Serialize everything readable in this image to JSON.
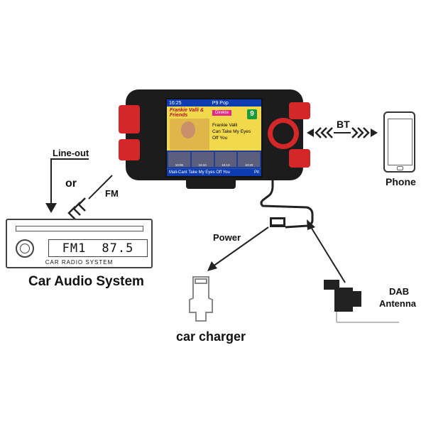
{
  "labels": {
    "line_out": "Line-out",
    "or": "or",
    "fm": "FM",
    "car_audio_system": "Car Audio System",
    "power": "Power",
    "car_charger": "car charger",
    "bt": "BT",
    "phone": "Phone",
    "dab_line1": "DAB",
    "dab_line2": "Antenna"
  },
  "radio": {
    "band": "FM1",
    "frequency": "87.5",
    "caption": "CAR RADIO SYSTEM"
  },
  "screen": {
    "time": "16:25",
    "station": "P9 Pop",
    "art_title": "Frankie Valli & Friends",
    "badge": "Direkte",
    "channel_number": "9",
    "info_line1": "Frankie Valli",
    "info_line2": "Can Take My Eyes",
    "info_line3": "Off You",
    "thumbs": [
      "10:05",
      "10:10",
      "10:13",
      "10:20"
    ],
    "ticker": "Mali-Cant Take My Eyes Off You",
    "ticker_right": "Pit"
  },
  "colors": {
    "device_red": "#d42828",
    "device_body": "#1c1c1c",
    "screen_blue": "#2a4fb0"
  }
}
